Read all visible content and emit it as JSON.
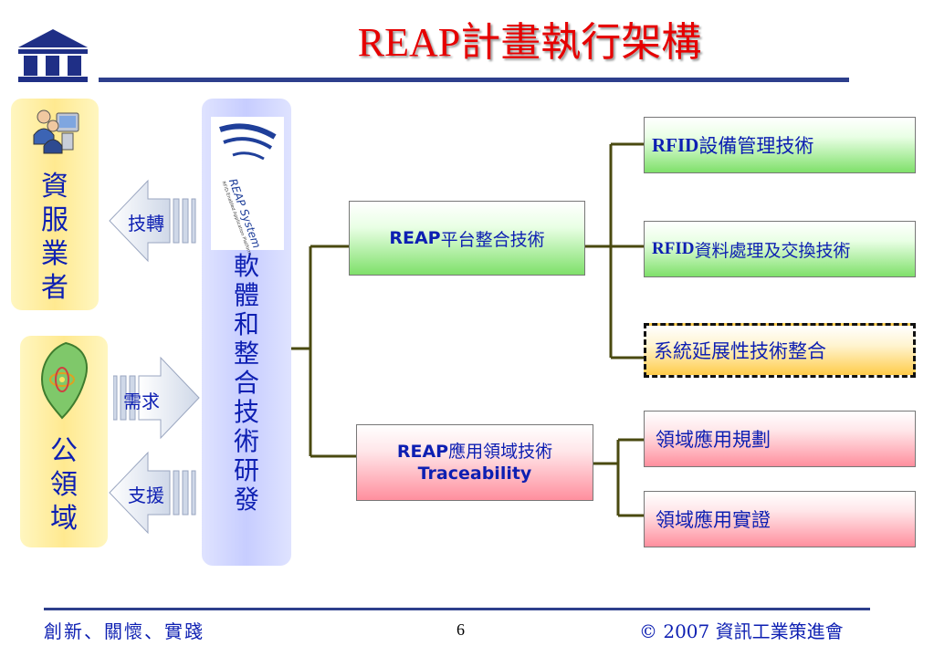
{
  "title": "REAP計畫執行架構",
  "left_panels": {
    "top_label_chars": [
      "資",
      "服",
      "業",
      "者"
    ],
    "bottom_label_chars": [
      "公",
      "領",
      "域"
    ]
  },
  "arrows": {
    "transfer": "技轉",
    "demand": "需求",
    "support": "支援"
  },
  "center": {
    "logo_text": "REAP System",
    "logo_subtext": "RFID-Enabled Application Platform",
    "label_chars": [
      "軟",
      "體",
      "和",
      "整",
      "合",
      "技",
      "術",
      "研",
      "發"
    ]
  },
  "boxes": {
    "platform": {
      "prefix": "REAP",
      "text": "平台整合技術"
    },
    "application": {
      "prefix": "REAP",
      "text": "應用領域技術",
      "line2": "Traceability"
    },
    "rfid_device": {
      "prefix": "RFID",
      "text": "設備管理技術"
    },
    "rfid_data": {
      "prefix": "RFID",
      "text": "資料處理及交換技術"
    },
    "extension": {
      "text": "系統延展性技術整合"
    },
    "domain_plan": {
      "text": "領域應用規劃"
    },
    "domain_verify": {
      "text": "領域應用實證"
    }
  },
  "footer": {
    "left": "創新、關懷、實踐",
    "page": "6",
    "right": "© 2007 資訊工業策進會"
  },
  "colors": {
    "title": "#e60000",
    "text_blue": "#0d1fb2",
    "rule": "#2d3f8c",
    "connector": "#4a4a10"
  }
}
